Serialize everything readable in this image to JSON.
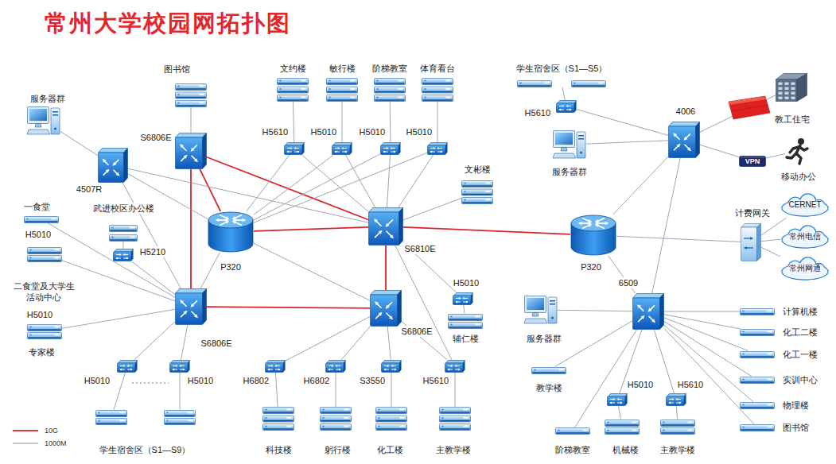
{
  "diagram": {
    "title": "常州大学校园网拓扑图",
    "nodes": [
      {
        "text": [
          "图书馆"
        ]
      },
      {
        "text": [
          "服务器群"
        ]
      },
      {
        "text": [
          "4507R",
          "武进校区办公楼"
        ]
      },
      {
        "text": [
          "S6806E"
        ]
      },
      {
        "text": [
          "文约楼"
        ]
      },
      {
        "text": [
          "敏行楼"
        ]
      },
      {
        "text": [
          "阶梯教室"
        ]
      },
      {
        "text": [
          "体育看台"
        ]
      },
      {
        "text": [
          "H5610"
        ]
      },
      {
        "text": [
          "H5010"
        ]
      },
      {
        "text": [
          "H5010"
        ]
      },
      {
        "text": [
          "H5010"
        ]
      },
      {
        "text": [
          "文彬楼"
        ]
      },
      {
        "text": [
          "P320"
        ]
      },
      {
        "text": [
          "S6810E"
        ]
      },
      {
        "text": [
          "一食堂"
        ]
      },
      {
        "text": [
          "H5010",
          "二食堂及大学生活动中心"
        ]
      },
      {
        "text": [
          "H5010",
          "专家楼"
        ]
      },
      {
        "text": [
          "H5210"
        ]
      },
      {
        "text": [
          "S6806E"
        ]
      },
      {
        "text": [
          "H5010"
        ]
      },
      {
        "text": [
          "H5010"
        ]
      },
      {
        "text": [
          "学生宿舍区（S1—S9）"
        ]
      },
      {
        "text": [
          "S6806E"
        ]
      },
      {
        "text": [
          "H5010"
        ]
      },
      {
        "text": [
          "辅仁楼"
        ]
      },
      {
        "text": [
          "H6802"
        ]
      },
      {
        "text": [
          "H6802"
        ]
      },
      {
        "text": [
          "S3550"
        ]
      },
      {
        "text": [
          "H5610"
        ]
      },
      {
        "text": [
          "科技楼"
        ]
      },
      {
        "text": [
          "躬行楼"
        ]
      },
      {
        "text": [
          "化工楼"
        ]
      },
      {
        "text": [
          "主教学楼"
        ]
      },
      {
        "text": [
          "学生宿舍区（S1—S5）"
        ]
      },
      {
        "text": [
          "H5610"
        ]
      },
      {
        "text": [
          "服务器群"
        ]
      },
      {
        "text": [
          "4006"
        ]
      },
      {
        "text": [
          "教工住宅"
        ]
      },
      {
        "text": [
          "VPN"
        ]
      },
      {
        "text": [
          "移动办公"
        ]
      },
      {
        "text": [
          "P320"
        ]
      },
      {
        "text": [
          "计费网关"
        ]
      },
      {
        "text": [
          "CERNET"
        ]
      },
      {
        "text": [
          "常州电信"
        ]
      },
      {
        "text": [
          "常州网通"
        ]
      },
      {
        "text": [
          "6509"
        ]
      },
      {
        "text": [
          "服务器群"
        ]
      },
      {
        "text": [
          "教学楼"
        ]
      },
      {
        "text": [
          "阶梯教室"
        ]
      },
      {
        "text": [
          "H5010"
        ]
      },
      {
        "text": [
          "机械楼"
        ]
      },
      {
        "text": [
          "H5610"
        ]
      },
      {
        "text": [
          "主教学楼"
        ]
      },
      {
        "text": [
          "计算机楼"
        ]
      },
      {
        "text": [
          "化工二楼"
        ]
      },
      {
        "text": [
          "化工一楼"
        ]
      },
      {
        "text": [
          "实训中心"
        ]
      },
      {
        "text": [
          "物理楼"
        ]
      },
      {
        "text": [
          "图书馆"
        ]
      }
    ],
    "edges": [
      {
        "from": 13,
        "to": 3,
        "arrow": "none"
      },
      {
        "from": 13,
        "to": 14,
        "arrow": "none"
      },
      {
        "from": 3,
        "to": 14,
        "arrow": "none"
      },
      {
        "from": 3,
        "to": 19,
        "arrow": "none"
      },
      {
        "from": 19,
        "to": 23,
        "arrow": "none"
      },
      {
        "from": 14,
        "to": 23,
        "arrow": "none"
      },
      {
        "from": 14,
        "to": 41,
        "arrow": "none"
      },
      {
        "from": 0,
        "to": 3,
        "arrow": "none"
      },
      {
        "from": 1,
        "to": 2,
        "arrow": "none"
      },
      {
        "from": 2,
        "to": 13,
        "arrow": "none"
      },
      {
        "from": 2,
        "to": 14,
        "arrow": "none"
      },
      {
        "from": 2,
        "to": 19,
        "arrow": "none"
      },
      {
        "from": 4,
        "to": 8,
        "arrow": "none"
      },
      {
        "from": 5,
        "to": 9,
        "arrow": "none"
      },
      {
        "from": 6,
        "to": 10,
        "arrow": "none"
      },
      {
        "from": 7,
        "to": 11,
        "arrow": "none"
      },
      {
        "from": 8,
        "to": 13,
        "arrow": "none"
      },
      {
        "from": 8,
        "to": 14,
        "arrow": "none"
      },
      {
        "from": 9,
        "to": 13,
        "arrow": "none"
      },
      {
        "from": 9,
        "to": 14,
        "arrow": "none"
      },
      {
        "from": 10,
        "to": 13,
        "arrow": "none"
      },
      {
        "from": 10,
        "to": 14,
        "arrow": "none"
      },
      {
        "from": 11,
        "to": 13,
        "arrow": "none"
      },
      {
        "from": 11,
        "to": 14,
        "arrow": "none"
      },
      {
        "from": 12,
        "to": 14,
        "arrow": "none"
      },
      {
        "from": 15,
        "to": 19,
        "arrow": "none"
      },
      {
        "from": 16,
        "to": 19,
        "arrow": "none"
      },
      {
        "from": 17,
        "to": 19,
        "arrow": "none"
      },
      {
        "from": 18,
        "to": 19,
        "arrow": "none"
      },
      {
        "from": 13,
        "to": 19,
        "arrow": "none"
      },
      {
        "from": 19,
        "to": 20,
        "arrow": "none"
      },
      {
        "from": 19,
        "to": 21,
        "arrow": "none"
      },
      {
        "from": 20,
        "to": 22,
        "arrow": "none"
      },
      {
        "from": 21,
        "to": 22,
        "arrow": "none"
      },
      {
        "from": 13,
        "to": 23,
        "arrow": "none"
      },
      {
        "from": 23,
        "to": 26,
        "arrow": "none"
      },
      {
        "from": 23,
        "to": 27,
        "arrow": "none"
      },
      {
        "from": 23,
        "to": 28,
        "arrow": "none"
      },
      {
        "from": 23,
        "to": 29,
        "arrow": "none"
      },
      {
        "from": 26,
        "to": 30,
        "arrow": "none"
      },
      {
        "from": 27,
        "to": 31,
        "arrow": "none"
      },
      {
        "from": 28,
        "to": 32,
        "arrow": "none"
      },
      {
        "from": 29,
        "to": 33,
        "arrow": "none"
      },
      {
        "from": 14,
        "to": 24,
        "arrow": "none"
      },
      {
        "from": 24,
        "to": 25,
        "arrow": "none"
      },
      {
        "from": 14,
        "to": 29,
        "arrow": "none"
      },
      {
        "from": 34,
        "to": 35,
        "arrow": "none"
      },
      {
        "from": 35,
        "to": 37,
        "arrow": "none"
      },
      {
        "from": 36,
        "to": 37,
        "arrow": "none"
      },
      {
        "from": 37,
        "to": 38,
        "arrow": "none"
      },
      {
        "from": 37,
        "to": 39,
        "arrow": "none"
      },
      {
        "from": 39,
        "to": 40,
        "arrow": "none"
      },
      {
        "from": 37,
        "to": 41,
        "arrow": "none"
      },
      {
        "from": 41,
        "to": 42,
        "arrow": "none"
      },
      {
        "from": 42,
        "to": 43,
        "arrow": "none"
      },
      {
        "from": 42,
        "to": 44,
        "arrow": "none"
      },
      {
        "from": 42,
        "to": 45,
        "arrow": "none"
      },
      {
        "from": 41,
        "to": 46,
        "arrow": "none"
      },
      {
        "from": 37,
        "to": 46,
        "arrow": "none"
      },
      {
        "from": 47,
        "to": 46,
        "arrow": "none"
      },
      {
        "from": 46,
        "to": 48,
        "arrow": "none"
      },
      {
        "from": 46,
        "to": 49,
        "arrow": "none"
      },
      {
        "from": 46,
        "to": 50,
        "arrow": "none"
      },
      {
        "from": 46,
        "to": 52,
        "arrow": "none"
      },
      {
        "from": 46,
        "to": 54,
        "arrow": "none"
      },
      {
        "from": 46,
        "to": 55,
        "arrow": "none"
      },
      {
        "from": 46,
        "to": 56,
        "arrow": "none"
      },
      {
        "from": 46,
        "to": 57,
        "arrow": "none"
      },
      {
        "from": 46,
        "to": 58,
        "arrow": "none"
      },
      {
        "from": 46,
        "to": 59,
        "arrow": "none"
      },
      {
        "from": 50,
        "to": 51,
        "arrow": "none"
      },
      {
        "from": 52,
        "to": 53,
        "arrow": "none"
      }
    ],
    "legend": [
      {
        "text": "10G"
      },
      {
        "text": "1000M"
      }
    ]
  }
}
